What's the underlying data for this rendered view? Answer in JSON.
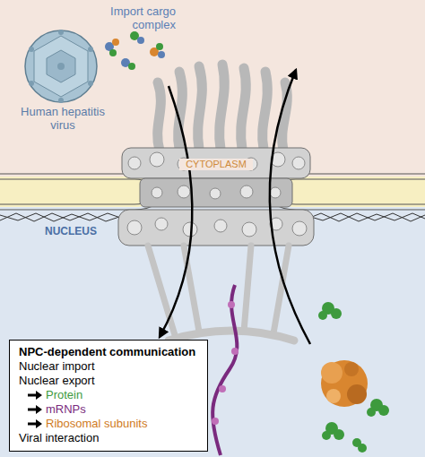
{
  "diagram": {
    "nodes": [
      {
        "text": [
          "NPC-dependent communication",
          "Nuclear import",
          "Nuclear export",
          "Protein",
          "mRNPs",
          "Ribosomal subunits",
          "Viral interaction"
        ]
      }
    ],
    "edges": [],
    "labels": [
      "Import cargo complex",
      "Human hepatitis virus",
      "CYTOPLASM",
      "NUCLEUS"
    ]
  }
}
